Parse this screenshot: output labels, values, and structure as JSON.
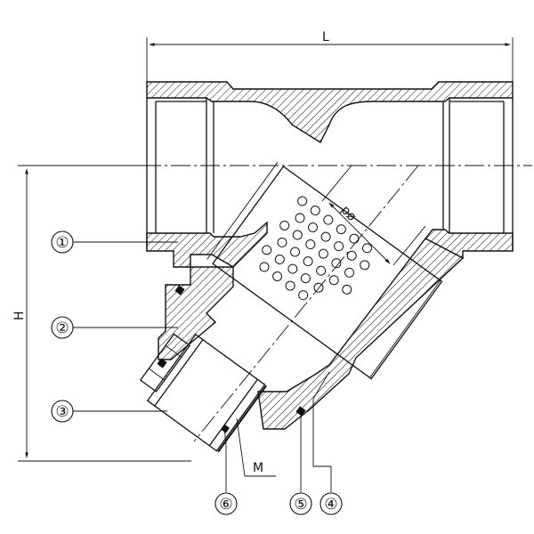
{
  "dimensions": {
    "length_label": "L",
    "height_label": "H",
    "diameter_label": "ød",
    "thread_label": "M"
  },
  "callouts": [
    {
      "id": "callout-1",
      "label": "①"
    },
    {
      "id": "callout-2",
      "label": "②"
    },
    {
      "id": "callout-3",
      "label": "③"
    },
    {
      "id": "callout-4",
      "label": "④"
    },
    {
      "id": "callout-5",
      "label": "⑤"
    },
    {
      "id": "callout-6",
      "label": "⑥"
    }
  ],
  "screen": {
    "perforation_rows": 6,
    "perforation_cols": 6
  }
}
